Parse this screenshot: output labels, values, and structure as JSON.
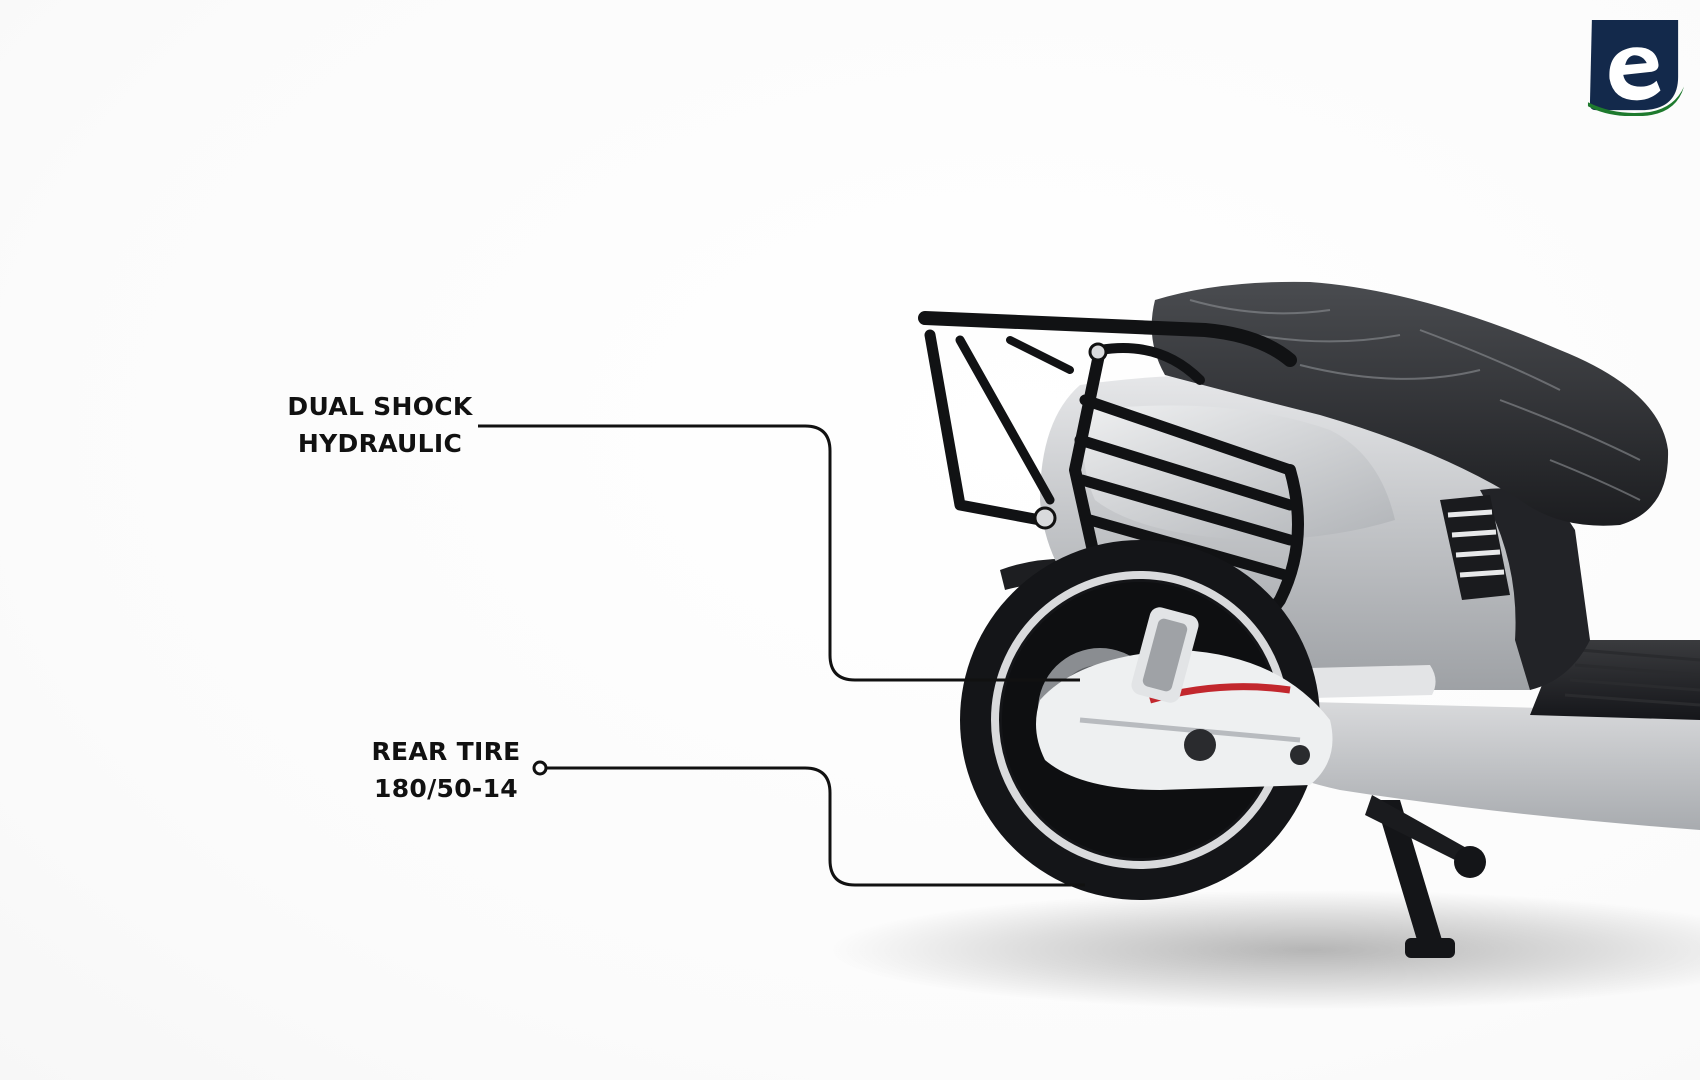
{
  "callouts": {
    "shock": {
      "line1": "DUAL SHOCK",
      "line2": "HYDRAULIC"
    },
    "tire": {
      "line1": "REAR TIRE",
      "line2": "180/50-14"
    }
  },
  "logo": {
    "icon": "brand-e-logo-icon",
    "primary_color": "#13294b",
    "accent_color": "#1e7a2e"
  },
  "product": {
    "icon": "electric-scooter-rear-icon",
    "body_color": "#c9cbce",
    "frame_color": "#111111"
  }
}
